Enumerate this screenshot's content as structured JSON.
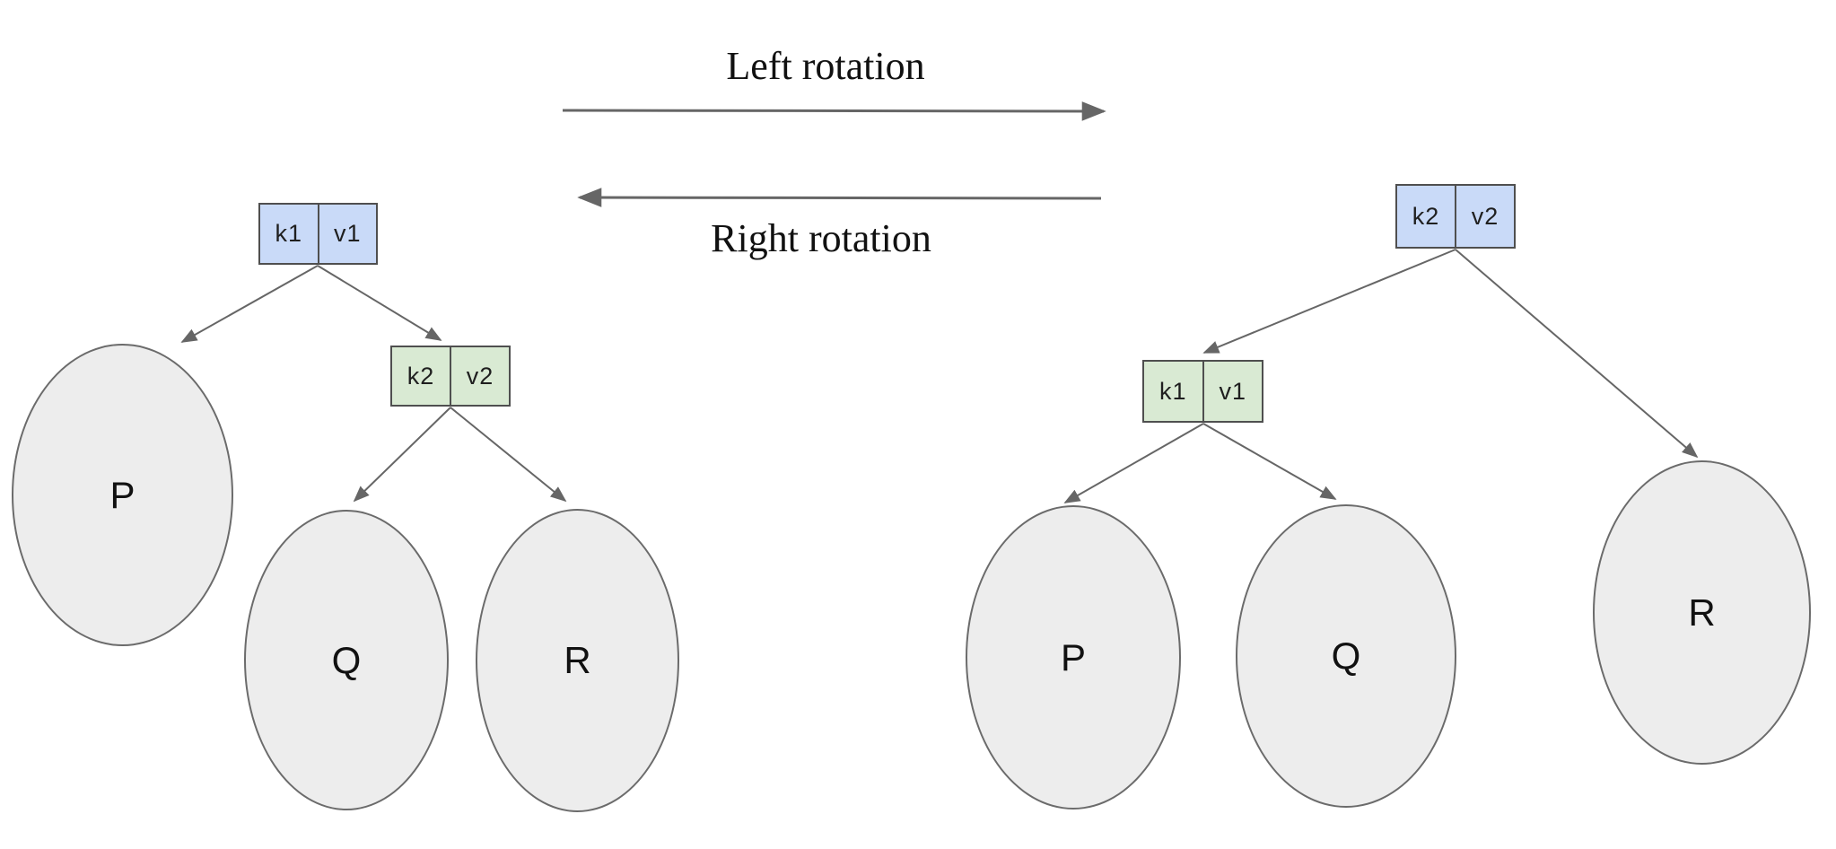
{
  "colors": {
    "node_blue": "#c9daf8",
    "node_green": "#d9ead3",
    "subtree_fill": "#ededed",
    "subtree_border": "#6b6b6b",
    "box_border": "#4f4f4f",
    "edge": "#666666"
  },
  "rotation_labels": {
    "left": "Left rotation",
    "right": "Right rotation"
  },
  "left_tree": {
    "root": {
      "key": "k1",
      "value": "v1"
    },
    "child": {
      "key": "k2",
      "value": "v2"
    },
    "subtrees": {
      "left": "P",
      "middle": "Q",
      "right": "R"
    }
  },
  "right_tree": {
    "root": {
      "key": "k2",
      "value": "v2"
    },
    "child": {
      "key": "k1",
      "value": "v1"
    },
    "subtrees": {
      "left": "P",
      "middle": "Q",
      "right": "R"
    }
  }
}
